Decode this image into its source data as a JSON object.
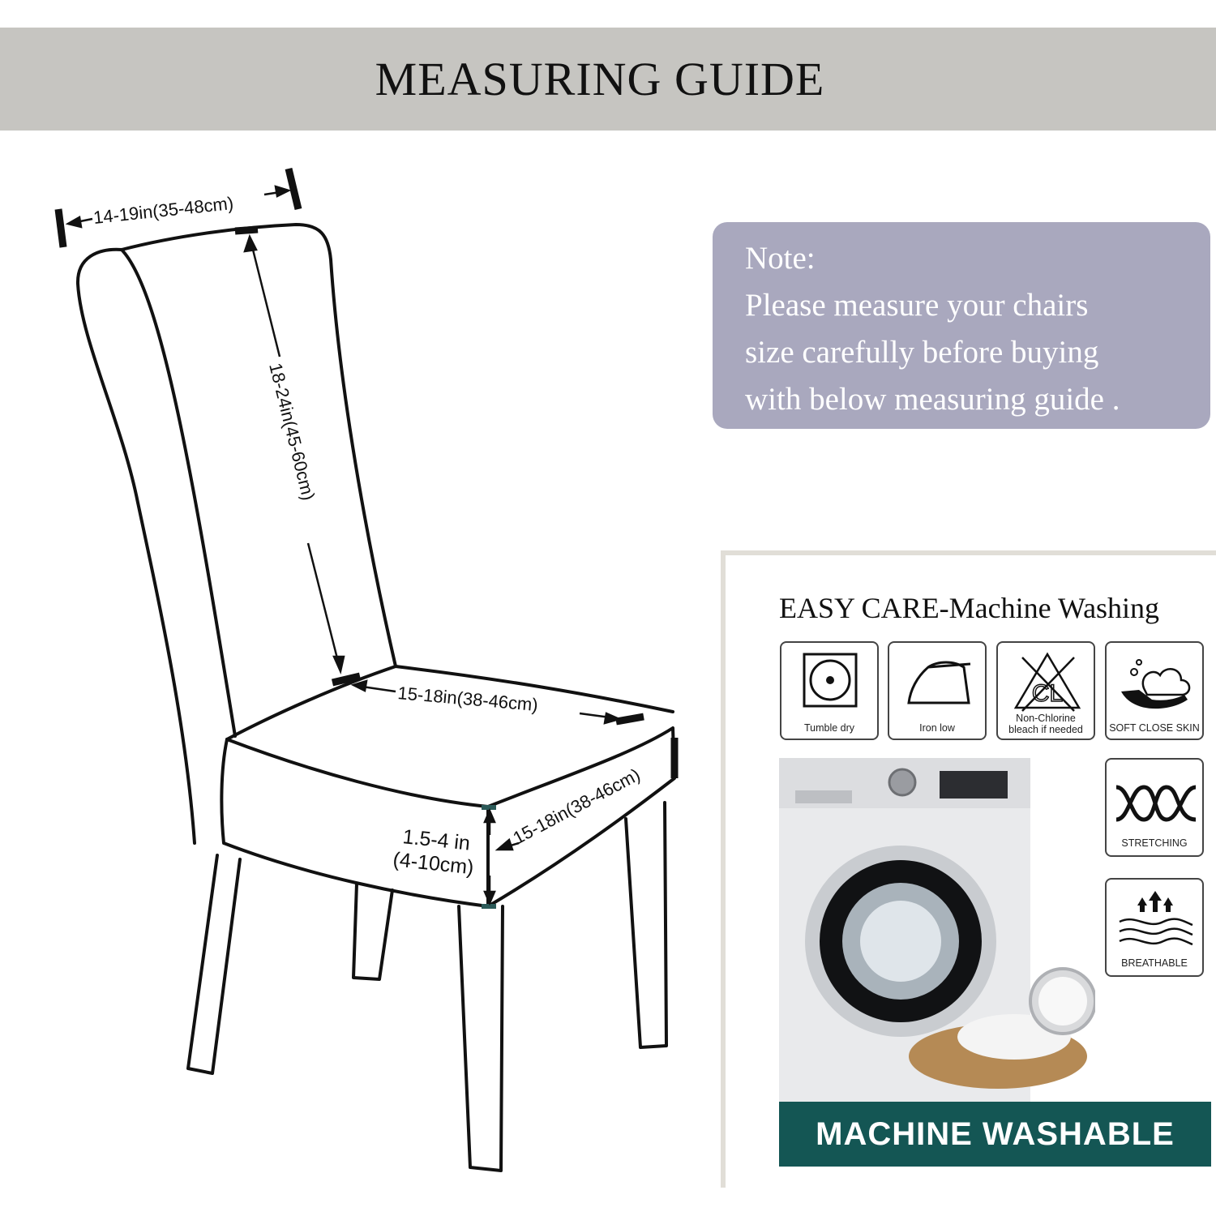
{
  "header": {
    "title": "MEASURING GUIDE"
  },
  "note": {
    "heading": "Note:",
    "lines": [
      "Please measure your chairs",
      "size carefully before buying",
      "with below measuring guide ."
    ]
  },
  "measurements": {
    "back_width": "14-19in(35-48cm)",
    "back_height": "18-24in(45-60cm)",
    "seat_width": "15-18in(38-46cm)",
    "seat_depth": "15-18in(38-46cm)",
    "seat_thickness_in": "1.5-4 in",
    "seat_thickness_cm": "(4-10cm)"
  },
  "care": {
    "title": "EASY CARE-Machine Washing",
    "icons": [
      {
        "label": "Tumble dry",
        "icon": "tumble-dry-icon"
      },
      {
        "label": "Iron low",
        "icon": "iron-icon"
      },
      {
        "label_lines": [
          "Non-Chlorine",
          "bleach if needed"
        ],
        "icon": "no-chlorine-bleach-icon"
      },
      {
        "label": "SOFT CLOSE SKIN",
        "icon": "soft-skin-icon"
      },
      {
        "label": "STRETCHING",
        "icon": "stretching-icon"
      },
      {
        "label": "BREATHABLE",
        "icon": "breathable-icon"
      }
    ],
    "banner": "MACHINE WASHABLE"
  },
  "colors": {
    "header_bg": "#c6c5c1",
    "note_bg": "#a9a8be",
    "banner_bg": "#145654"
  }
}
